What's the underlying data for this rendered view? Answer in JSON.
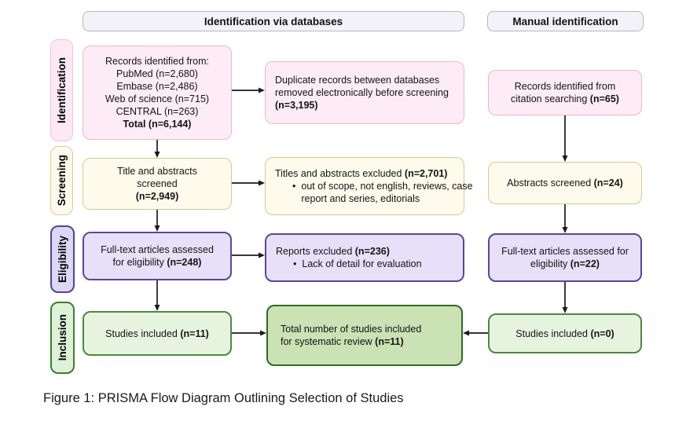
{
  "caption": "Figure 1: PRISMA Flow Diagram Outlining Selection of Studies",
  "headers": {
    "databases": "Identification via databases",
    "manual": "Manual identification"
  },
  "stages": {
    "identification": "Identification",
    "screening": "Screening",
    "eligibility": "Eligibility",
    "inclusion": "Inclusion"
  },
  "palette": {
    "pink_fill": "#fdecf5",
    "pink_border": "#ecb7cf",
    "cream_fill": "#fefbec",
    "cream_border": "#d9c78e",
    "purple_fill": "#e6e1f9",
    "purple_border": "#5b44a0",
    "green_fill": "#e6f4df",
    "green_border": "#4a8a3c",
    "green_dark_fill": "#cae2b4",
    "green_dark_border": "#2e6b1e",
    "header_fill": "#f3f2f8",
    "header_border": "#b6b4c3",
    "arrow": "#1a1a1a"
  },
  "boxes": {
    "records_db": {
      "lines": [
        {
          "seg": [
            {
              "t": "Records identified from:"
            }
          ]
        },
        {
          "seg": [
            {
              "t": "PubMed (n=2,680)"
            }
          ]
        },
        {
          "seg": [
            {
              "t": "Embase (n=2,486)"
            }
          ]
        },
        {
          "seg": [
            {
              "t": "Web of science (n=715)"
            }
          ]
        },
        {
          "seg": [
            {
              "t": "CENTRAL (n=263)"
            }
          ]
        },
        {
          "seg": [
            {
              "t": "Total (n=6,144)",
              "b": true
            }
          ]
        }
      ]
    },
    "duplicates": {
      "lines": [
        {
          "seg": [
            {
              "t": "Duplicate records between databases"
            }
          ]
        },
        {
          "seg": [
            {
              "t": "removed electronically before screening"
            }
          ]
        },
        {
          "seg": [
            {
              "t": "(n=3,195)",
              "b": true
            }
          ]
        }
      ]
    },
    "citation": {
      "lines": [
        {
          "seg": [
            {
              "t": "Records identified from"
            }
          ]
        },
        {
          "seg": [
            {
              "t": "citation searching "
            },
            {
              "t": "(n=65)",
              "b": true
            }
          ]
        }
      ]
    },
    "title_abs": {
      "lines": [
        {
          "seg": [
            {
              "t": "Title and abstracts"
            }
          ]
        },
        {
          "seg": [
            {
              "t": "screened"
            }
          ]
        },
        {
          "seg": [
            {
              "t": "(n=2,949)",
              "b": true
            }
          ]
        }
      ]
    },
    "titles_excl": {
      "lines": [
        {
          "seg": [
            {
              "t": "Titles and abstracts excluded "
            },
            {
              "t": "(n=2,701)",
              "b": true
            }
          ]
        },
        {
          "bullet": true,
          "seg": [
            {
              "t": "out of scope, not english, reviews, case report and series, editorials"
            }
          ]
        }
      ]
    },
    "abs_screen": {
      "lines": [
        {
          "seg": [
            {
              "t": "Abstracts screened "
            },
            {
              "t": "(n=24)",
              "b": true
            }
          ]
        }
      ]
    },
    "fulltext_db": {
      "lines": [
        {
          "seg": [
            {
              "t": "Full-text articles assessed"
            }
          ]
        },
        {
          "seg": [
            {
              "t": "for eligibility "
            },
            {
              "t": "(n=248)",
              "b": true
            }
          ]
        }
      ]
    },
    "reports_excl": {
      "lines": [
        {
          "seg": [
            {
              "t": "Reports excluded "
            },
            {
              "t": "(n=236)",
              "b": true
            }
          ]
        },
        {
          "bullet": true,
          "seg": [
            {
              "t": "Lack of detail for evaluation"
            }
          ]
        }
      ]
    },
    "fulltext_man": {
      "lines": [
        {
          "seg": [
            {
              "t": "Full-text articles  assessed for"
            }
          ]
        },
        {
          "seg": [
            {
              "t": "eligibility "
            },
            {
              "t": "(n=22)",
              "b": true
            }
          ]
        }
      ]
    },
    "studies_db": {
      "lines": [
        {
          "seg": [
            {
              "t": "Studies included "
            },
            {
              "t": "(n=11)",
              "b": true
            }
          ]
        }
      ]
    },
    "total": {
      "lines": [
        {
          "seg": [
            {
              "t": "Total number of studies included"
            }
          ]
        },
        {
          "seg": [
            {
              "t": "for systematic review "
            },
            {
              "t": "(n=11)",
              "b": true
            }
          ]
        }
      ]
    },
    "studies_man": {
      "lines": [
        {
          "seg": [
            {
              "t": "Studies included "
            },
            {
              "t": "(n=0)",
              "b": true
            }
          ]
        }
      ]
    }
  }
}
